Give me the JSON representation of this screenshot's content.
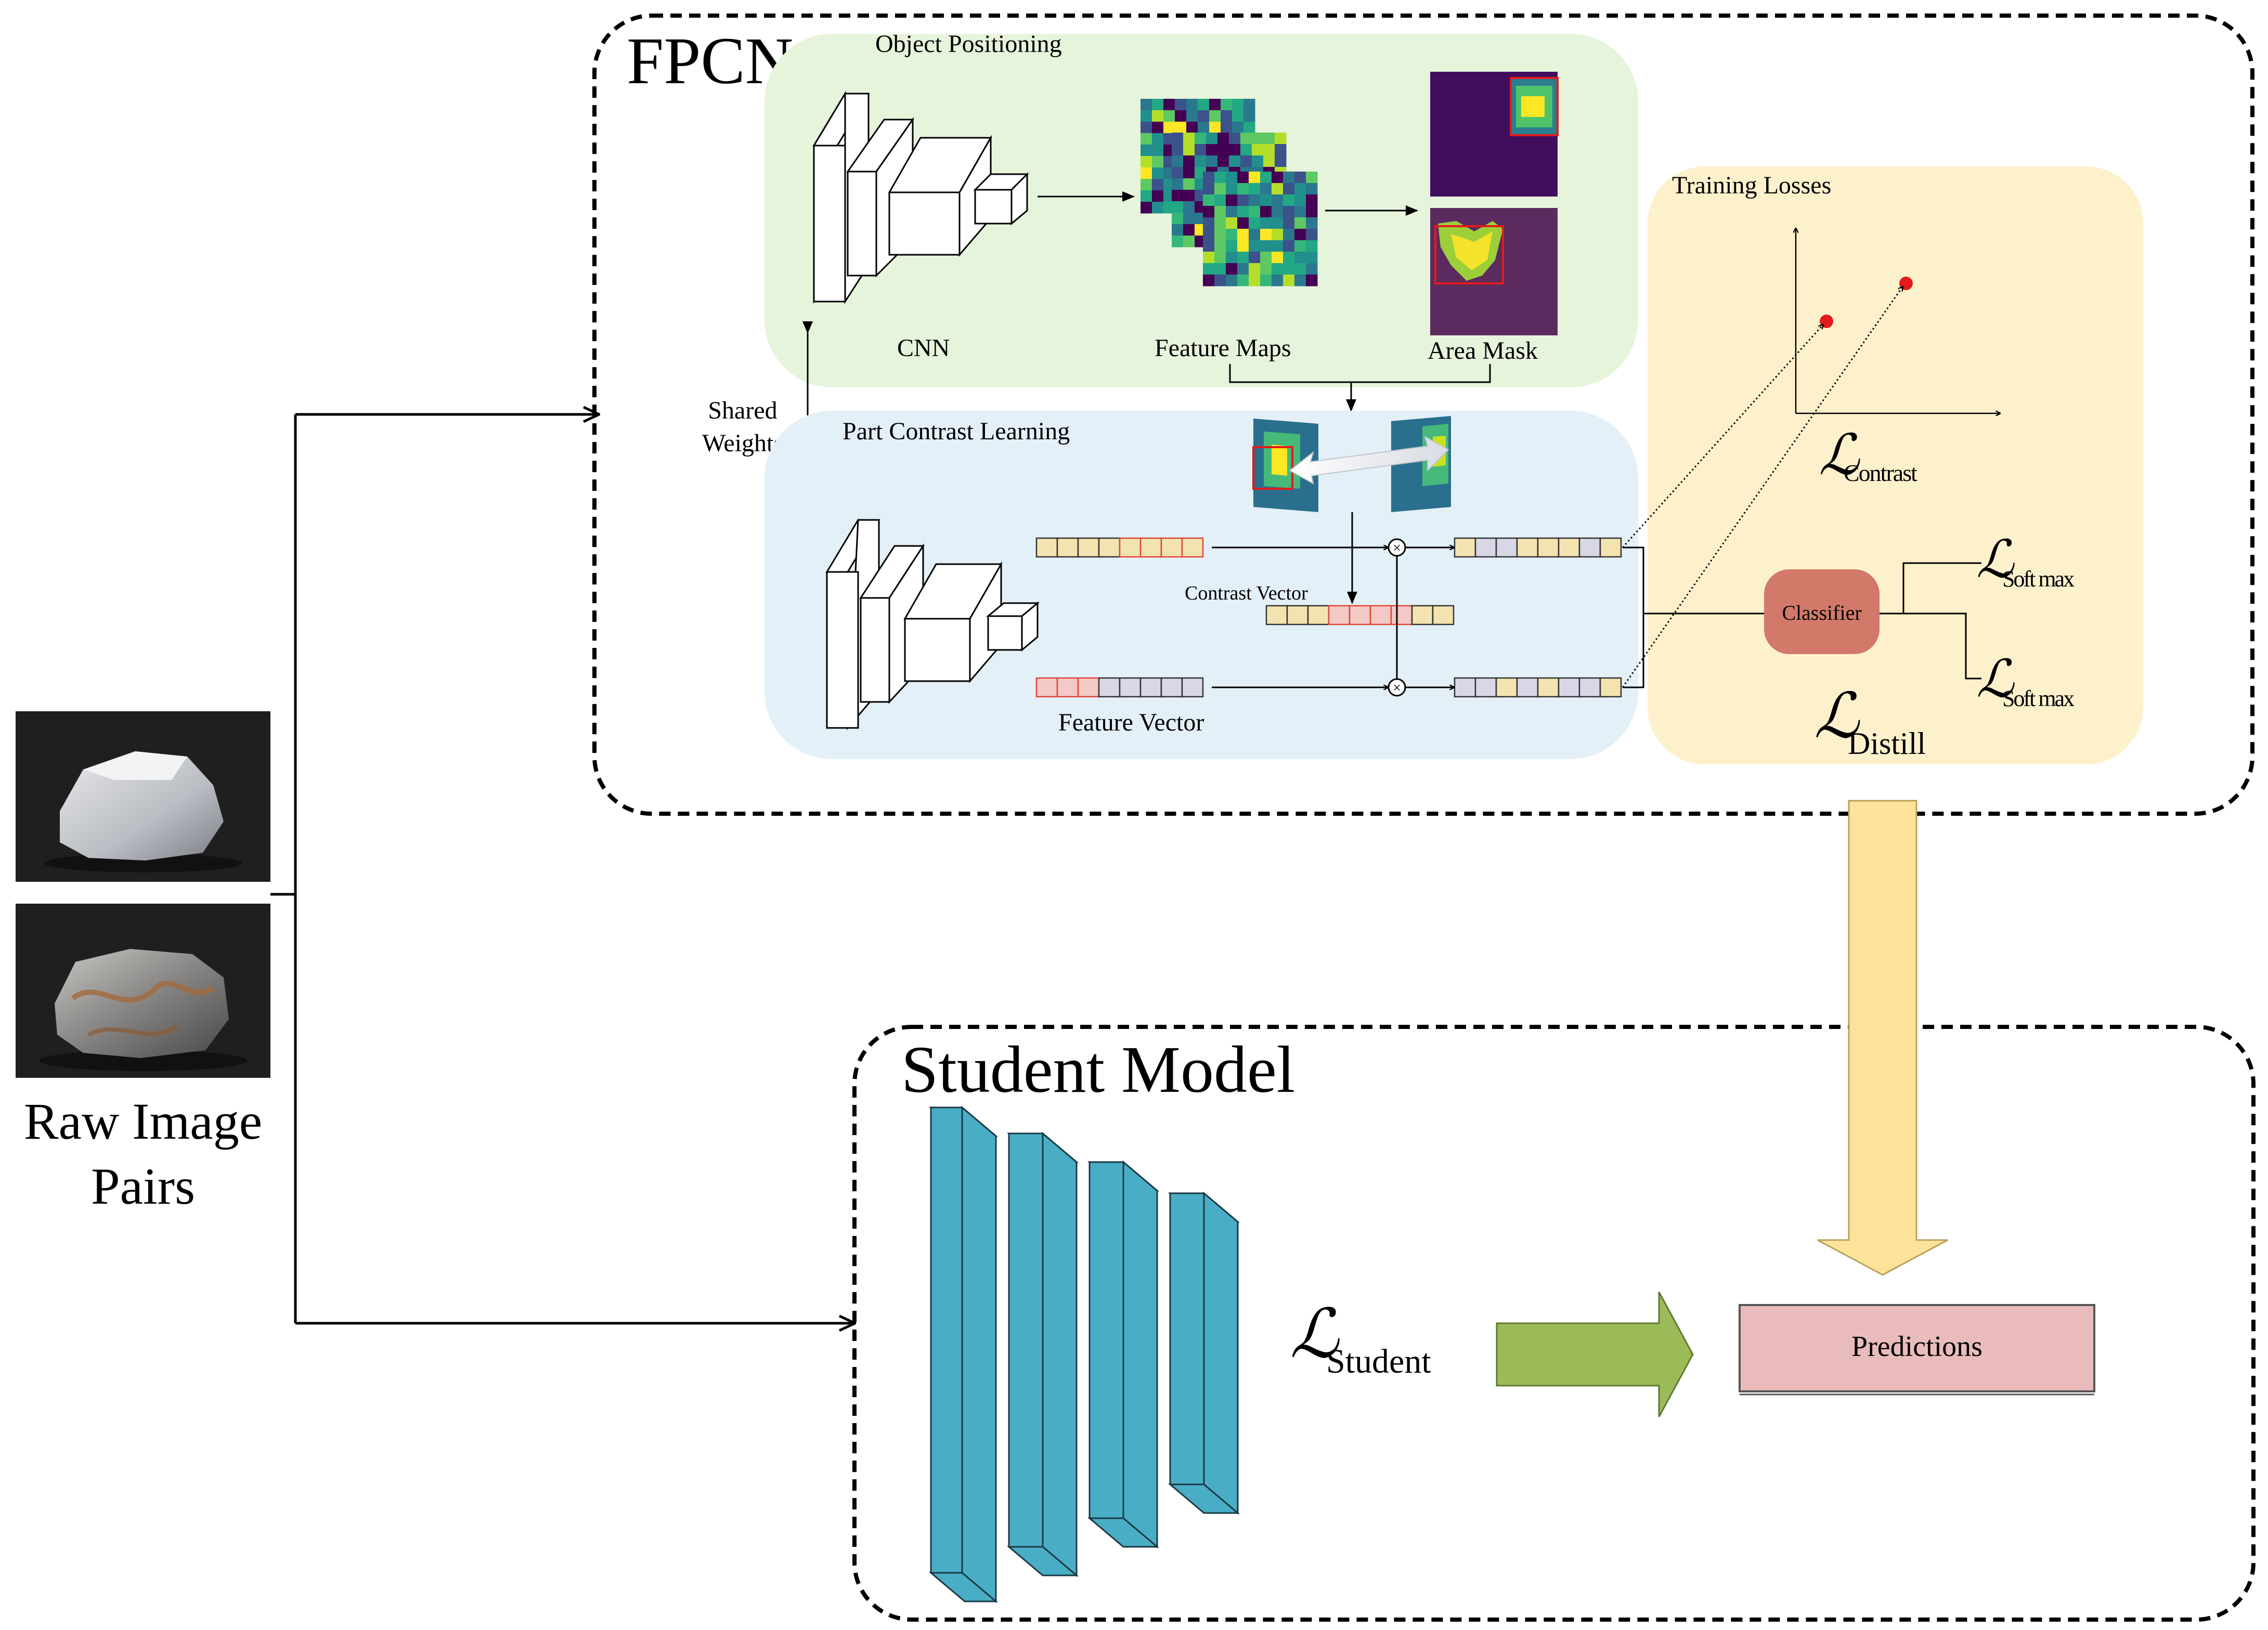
{
  "input": {
    "label_line1": "Raw Image",
    "label_line2": "Pairs"
  },
  "fpcn": {
    "title": "FPCN",
    "object_positioning": {
      "title": "Object Positioning",
      "cnn_label": "CNN",
      "feature_maps_label": "Feature Maps",
      "area_mask_label": "Area Mask"
    },
    "shared_weights": {
      "line1": "Shared",
      "line2": "Weights"
    },
    "part_contrast": {
      "title": "Part Contrast Learning",
      "contrast_vector_label": "Contrast Vector",
      "feature_vector_label": "Feature Vector"
    },
    "training_losses": {
      "title": "Training Losses",
      "classifier_label": "Classifier",
      "loss_contrast_sub": "Contrast",
      "loss_softmax_sub": "Soft max",
      "loss_distill_sub": "Distill"
    }
  },
  "student": {
    "title": "Student Model",
    "loss_student_sub": "Student",
    "predictions_label": "Predictions"
  },
  "colors": {
    "green_panel": "#e6f4dc",
    "blue_panel": "#e4f0f7",
    "yellow_panel": "#fdf1cc",
    "student_block": "#4aadc6",
    "classifier": "#d2796a",
    "predictions": "#e9bcbb",
    "distill_arrow": "#fde39a",
    "student_arrow": "#9bbb59",
    "vector_yellow": "#f3e3b0",
    "vector_gray": "#d7d7e6",
    "vector_red": "#e0453a",
    "point_red": "#e31b1b"
  },
  "icons": {
    "loss_symbol": "script-L-icon",
    "multiply": "circle-times-icon"
  }
}
